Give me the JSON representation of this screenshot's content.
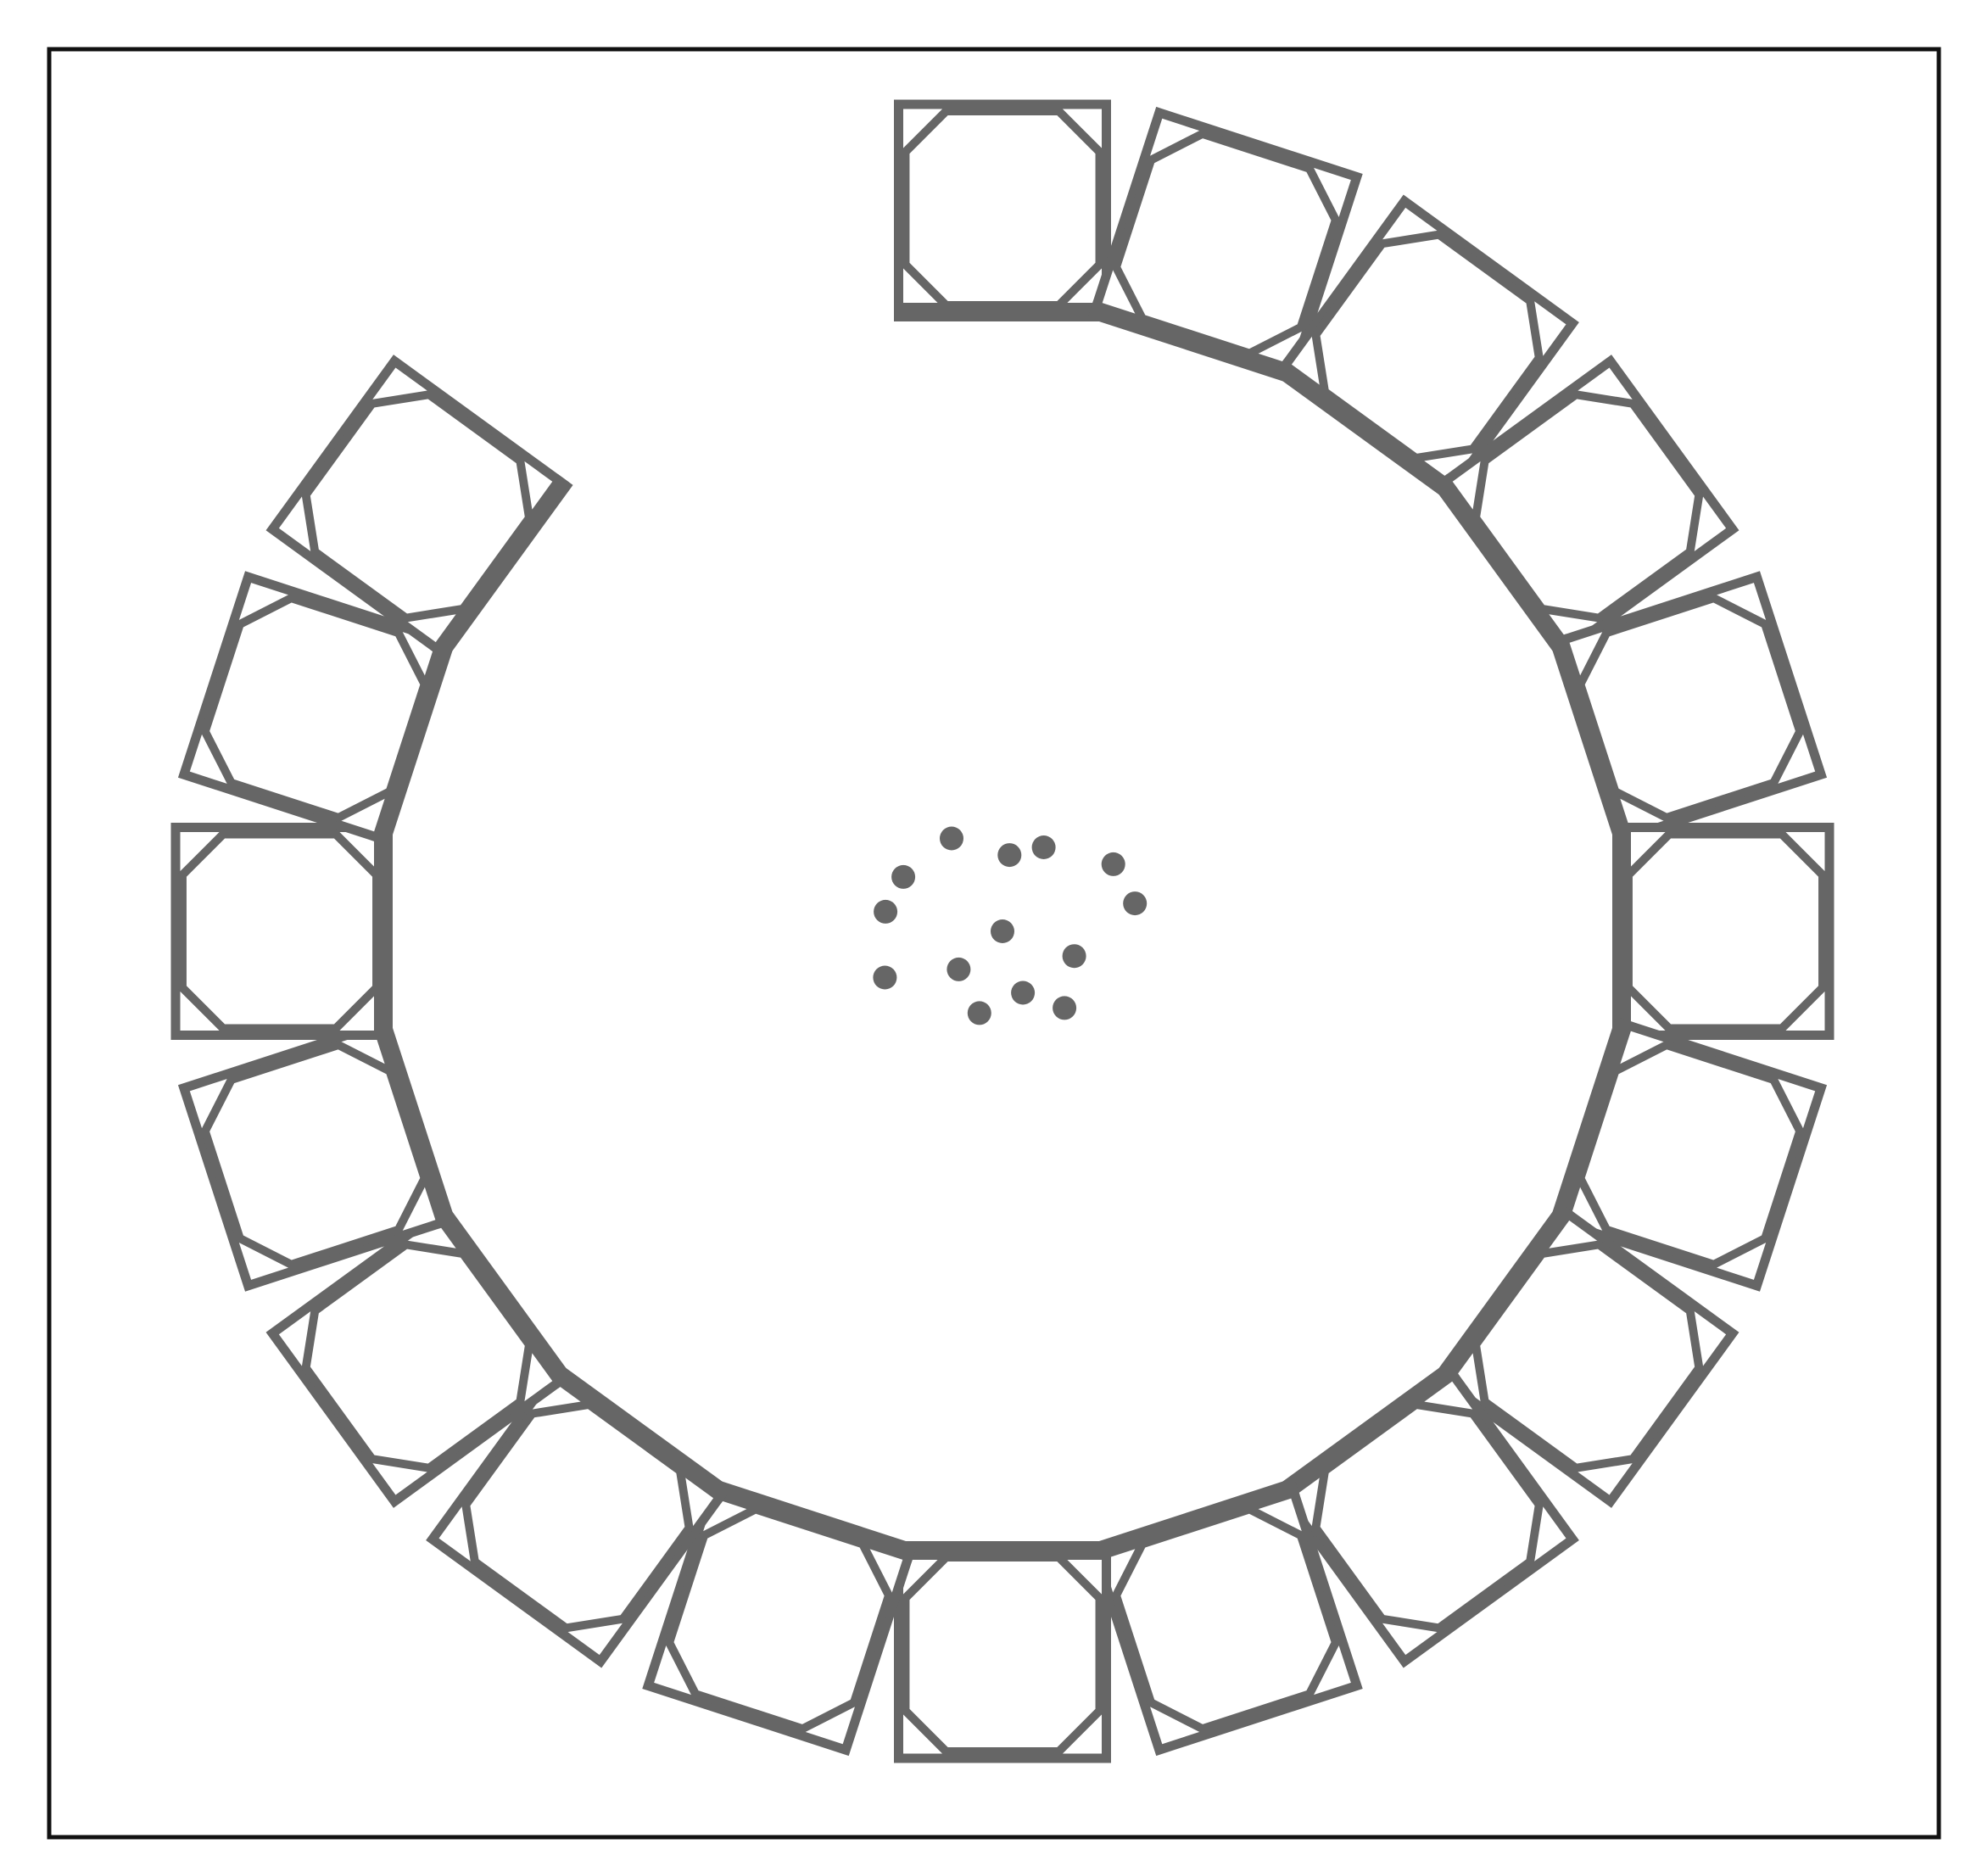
{
  "diagram": {
    "description_visible_text": "",
    "colors": {
      "background": "#ffffff",
      "frame": "#111111",
      "module": "#666666",
      "module_fill": "#ffffff",
      "particle": "#666666"
    },
    "ring": {
      "module_count": 18,
      "arc_start_deg": -90,
      "arc_end_deg": 216,
      "shape": "square cells with inscribed octagonal openings arranged in an open ring"
    },
    "particles": {
      "count": 14
    }
  }
}
